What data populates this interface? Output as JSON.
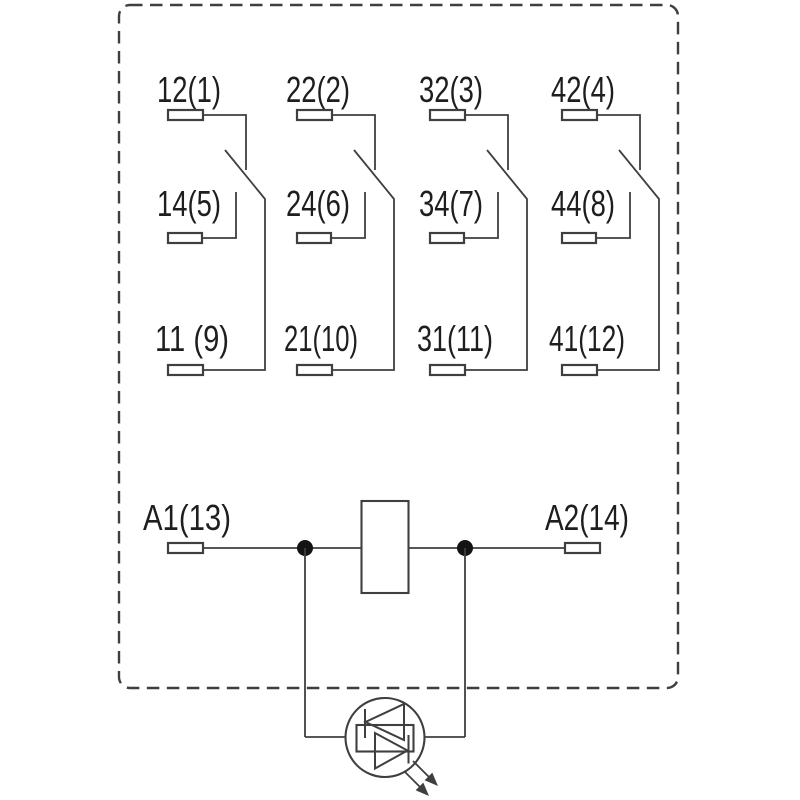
{
  "diagram": {
    "kind": "relay-contact-and-coil-wiring-diagram",
    "contact_groups": [
      {
        "nc": "12(1)",
        "no": "14(5)",
        "com": "11 (9)"
      },
      {
        "nc": "22(2)",
        "no": "24(6)",
        "com": "21(10)"
      },
      {
        "nc": "32(3)",
        "no": "34(7)",
        "com": "31(11)"
      },
      {
        "nc": "42(4)",
        "no": "44(8)",
        "com": "41(12)"
      }
    ],
    "coil": {
      "left_label": "A1(13)",
      "right_label": "A2(14)"
    },
    "colors": {
      "line": "#3f3f3f",
      "text": "#1e1e1e",
      "dot": "#141414",
      "background": "#ffffff"
    }
  }
}
